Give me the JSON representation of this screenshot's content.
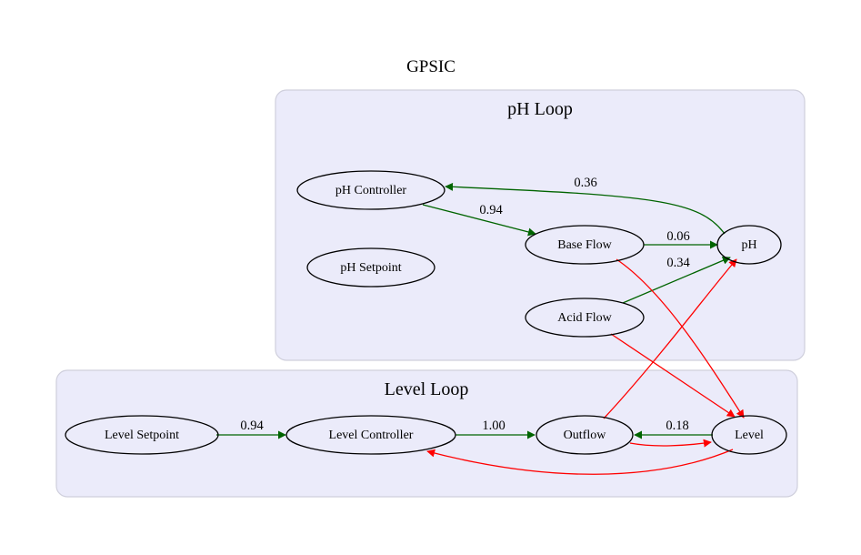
{
  "title": "GPSIC",
  "clusters": {
    "ph_loop": {
      "label": "pH Loop"
    },
    "level_loop": {
      "label": "Level Loop"
    }
  },
  "nodes": {
    "ph_controller": "pH Controller",
    "ph_setpoint": "pH Setpoint",
    "base_flow": "Base Flow",
    "acid_flow": "Acid Flow",
    "ph": "pH",
    "level_setpoint": "Level Setpoint",
    "level_controller": "Level Controller",
    "outflow": "Outflow",
    "level": "Level"
  },
  "edges": [
    {
      "from": "pH",
      "to": "pH Controller",
      "label": "0.36",
      "color": "#006400"
    },
    {
      "from": "pH Controller",
      "to": "Base Flow",
      "label": "0.94",
      "color": "#006400"
    },
    {
      "from": "Base Flow",
      "to": "pH",
      "label": "0.06",
      "color": "#006400"
    },
    {
      "from": "Acid Flow",
      "to": "pH",
      "label": "0.34",
      "color": "#006400"
    },
    {
      "from": "Level Setpoint",
      "to": "Level Controller",
      "label": "0.94",
      "color": "#006400"
    },
    {
      "from": "Level Controller",
      "to": "Outflow",
      "label": "1.00",
      "color": "#006400"
    },
    {
      "from": "Level",
      "to": "Outflow",
      "label": "0.18",
      "color": "#006400"
    },
    {
      "from": "Base Flow",
      "to": "Level",
      "label": "",
      "color": "#ff0000"
    },
    {
      "from": "Acid Flow",
      "to": "Level",
      "label": "",
      "color": "#ff0000"
    },
    {
      "from": "Outflow",
      "to": "pH",
      "label": "",
      "color": "#ff0000"
    },
    {
      "from": "Outflow",
      "to": "Level",
      "label": "",
      "color": "#ff0000"
    },
    {
      "from": "Level",
      "to": "Level Controller",
      "label": "",
      "color": "#ff0000"
    }
  ],
  "colors": {
    "positive_edge": "#006400",
    "negative_edge": "#ff0000",
    "cluster_fill": "#ebebfa",
    "cluster_border": "#cfcfdc"
  }
}
